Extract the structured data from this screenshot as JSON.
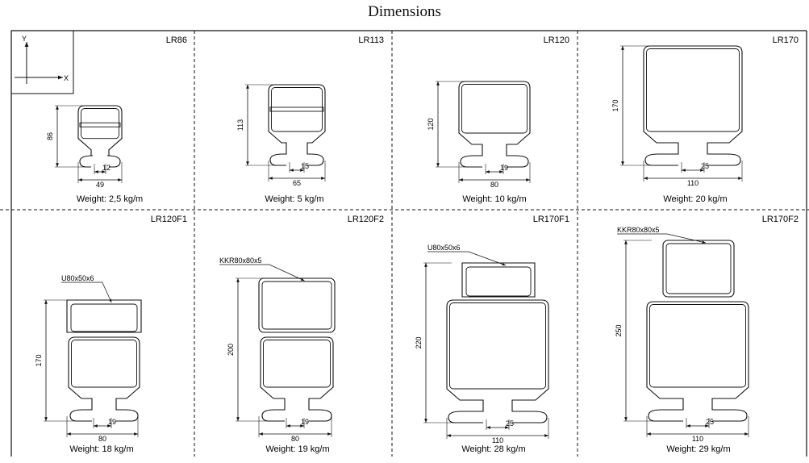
{
  "title": "Dimensions",
  "axes": {
    "y": "Y",
    "x": "X"
  },
  "cells": [
    {
      "id": "lr86",
      "name": "LR86",
      "weight": "Weight: 2,5 kg/m",
      "height": "86",
      "width": "49",
      "gap": "12"
    },
    {
      "id": "lr113",
      "name": "LR113",
      "weight": "Weight: 5 kg/m",
      "height": "113",
      "width": "65",
      "gap": "15"
    },
    {
      "id": "lr120",
      "name": "LR120",
      "weight": "Weight: 10 kg/m",
      "height": "120",
      "width": "80",
      "gap": "19"
    },
    {
      "id": "lr170",
      "name": "LR170",
      "weight": "Weight: 20 kg/m",
      "height": "170",
      "width": "110",
      "gap": "25"
    },
    {
      "id": "lr120f1",
      "name": "LR120F1",
      "weight": "Weight: 18 kg/m",
      "height": "170",
      "width": "80",
      "gap": "19",
      "addon": "U80x50x6"
    },
    {
      "id": "lr120f2",
      "name": "LR120F2",
      "weight": "Weight: 19 kg/m",
      "height": "200",
      "width": "80",
      "gap": "19",
      "addon": "KKR80x80x5"
    },
    {
      "id": "lr170f1",
      "name": "LR170F1",
      "weight": "Weight: 28 kg/m",
      "height": "220",
      "width": "110",
      "gap": "25",
      "addon": "U80x50x6"
    },
    {
      "id": "lr170f2",
      "name": "LR170F2",
      "weight": "Weight: 29 kg/m",
      "height": "250",
      "width": "110",
      "gap": "25",
      "addon": "KKR80x80x5"
    }
  ]
}
